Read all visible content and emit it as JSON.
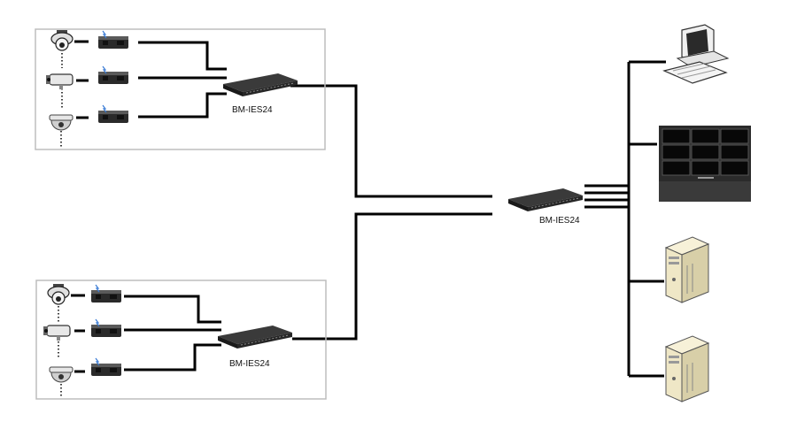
{
  "labels": {
    "switch_top": "BM-IES24",
    "switch_center": "BM-IES24",
    "switch_bottom": "BM-IES24"
  },
  "icons": {
    "ptz_camera": "ptz-camera-icon",
    "bullet_camera": "bullet-camera-icon",
    "dome_camera": "dome-camera-icon",
    "media_converter": "media-converter-icon",
    "switch": "network-switch-icon",
    "workstation": "workstation-icon",
    "video_wall": "video-wall-icon",
    "server": "server-icon"
  },
  "colors": {
    "line": "#000000",
    "box_border": "#bdbdbd",
    "switch_body": "#1b1b1b",
    "server_body": "#efe7c6"
  }
}
